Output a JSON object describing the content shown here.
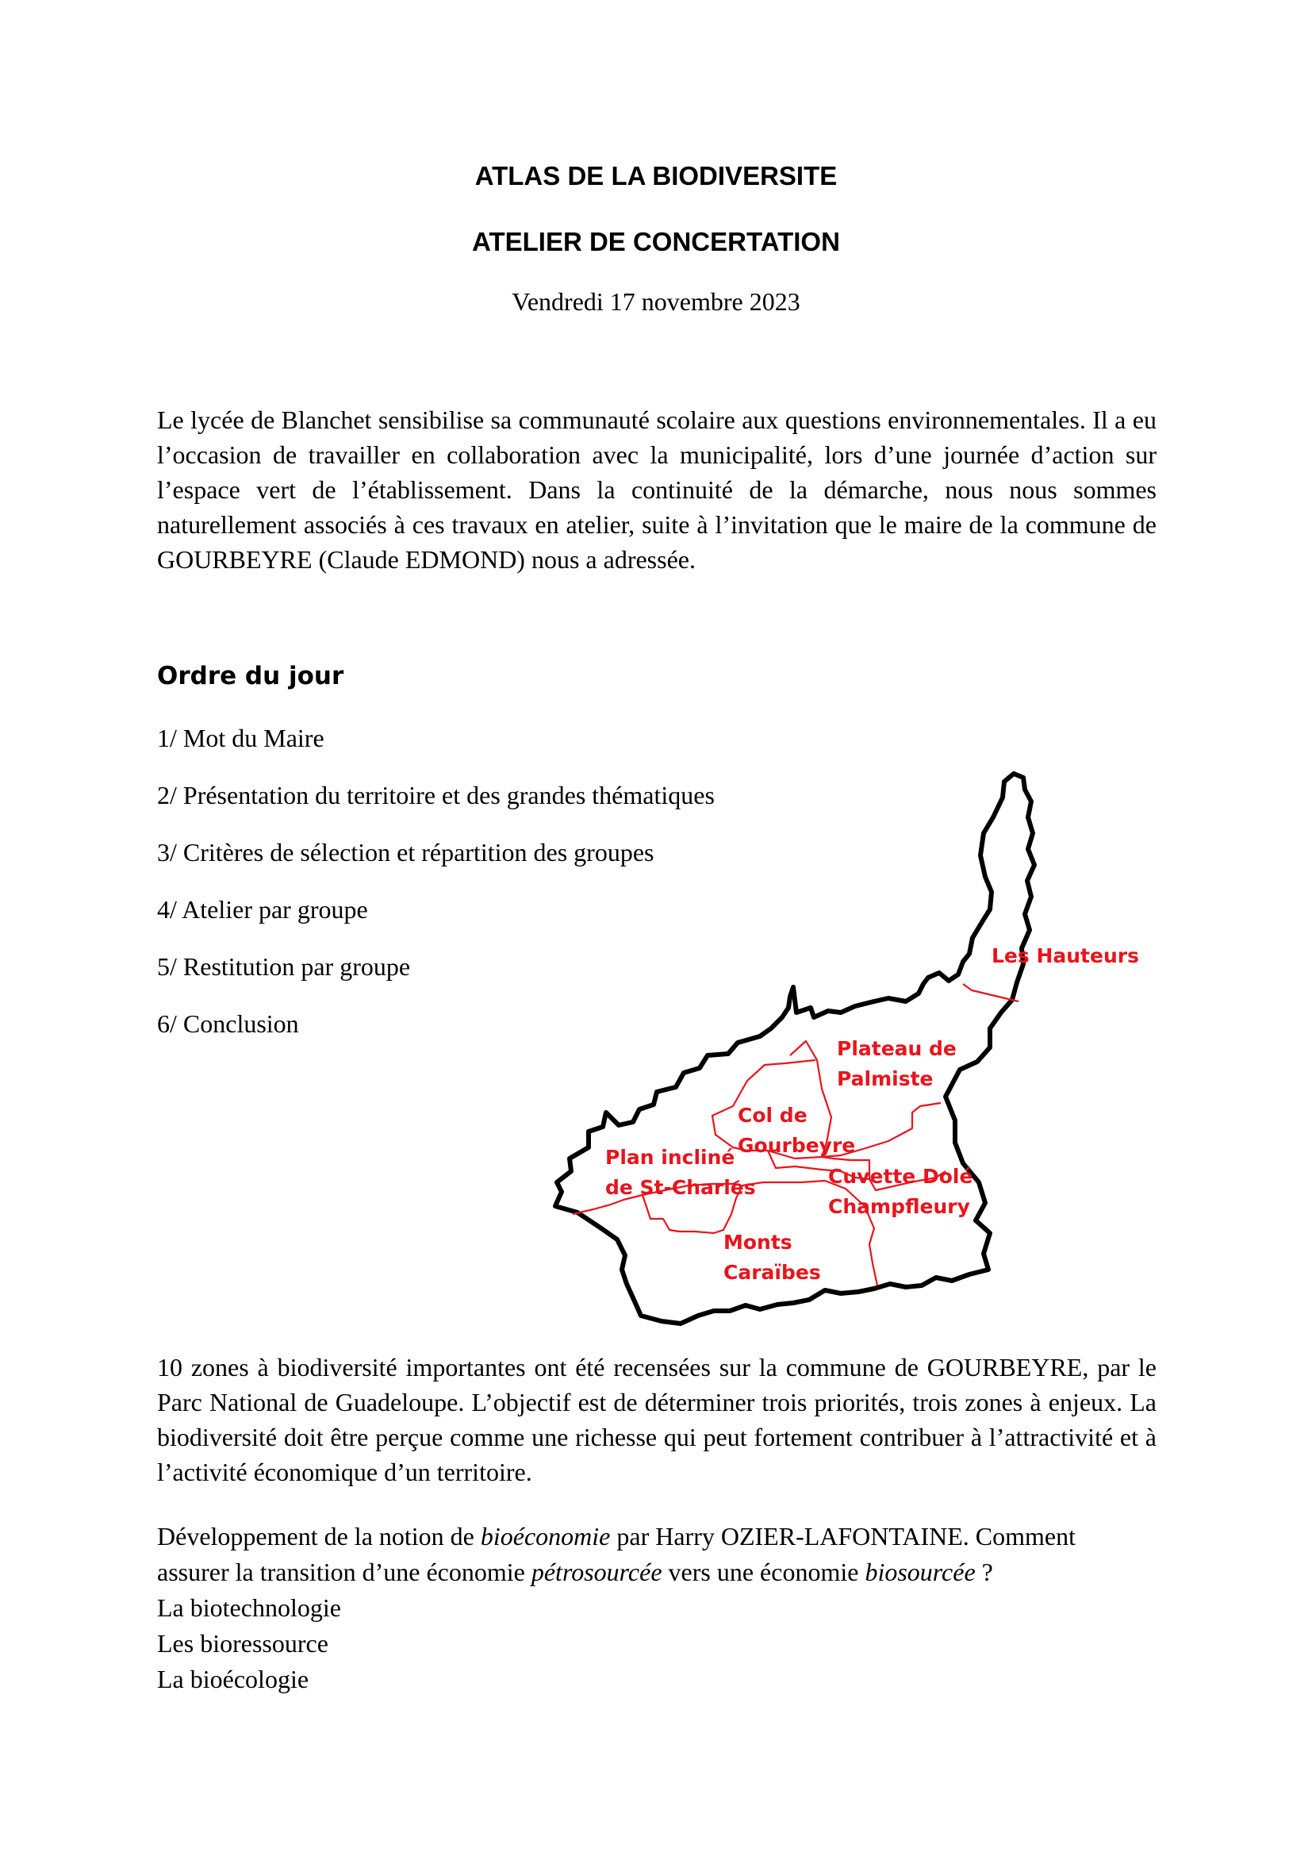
{
  "header": {
    "title": "ATLAS DE LA BIODIVERSITE",
    "subtitle": "ATELIER DE CONCERTATION",
    "date": "Vendredi 17 novembre 2023"
  },
  "intro": "Le lycée de Blanchet sensibilise sa communauté scolaire aux questions environnementales. Il a eu l’occasion de travailler en collaboration avec la municipalité, lors d’une journée d’action sur l’espace vert de l’établissement. Dans la continuité de la démarche, nous nous sommes naturellement associés à ces travaux en atelier, suite à l’invitation que le maire de la commune de GOURBEYRE (Claude EDMOND) nous a adressée.",
  "agenda": {
    "heading": "Ordre du jour",
    "items": [
      "1/ Mot du Maire",
      "2/ Présentation du territoire et des grandes thématiques",
      "3/ Critères de sélection et répartition des groupes",
      "4/ Atelier par groupe",
      "5/ Restitution par groupe",
      "6/ Conclusion"
    ]
  },
  "map": {
    "zones": [
      {
        "line1": "Les Hauteurs",
        "line2": ""
      },
      {
        "line1": "Plateau de",
        "line2": "Palmiste"
      },
      {
        "line1": "Col de",
        "line2": "Gourbeyre"
      },
      {
        "line1": "Plan incliné",
        "line2": "de St-Charles"
      },
      {
        "line1": "Cuvette Dolé",
        "line2": "Champfleury"
      },
      {
        "line1": "Monts",
        "line2": "Caraïbes"
      }
    ],
    "colors": {
      "outline": "#000000",
      "zones": "#e8141c"
    }
  },
  "summary": "10 zones à biodiversité importantes ont été recensées sur la commune de GOURBEYRE, par le Parc National de Guadeloupe. L’objectif est de déterminer trois priorités, trois zones à enjeux. La biodiversité doit être perçue comme une richesse qui peut fortement contribuer à l’attractivité et à l’activité économique d’un territoire.",
  "bio": {
    "p1_a": "Développement de la notion de ",
    "p1_em1": "bioéconomie",
    "p1_b": " par Harry OZIER-LAFONTAINE. Comment",
    "p2_a": "assurer la transition d’une économie ",
    "p2_em1": "pétrosourcée",
    "p2_b": " vers une économie ",
    "p2_em2": "biosourcée",
    "p2_c": " ?",
    "list": [
      "La biotechnologie",
      "Les bioressource",
      "La bioécologie"
    ]
  }
}
